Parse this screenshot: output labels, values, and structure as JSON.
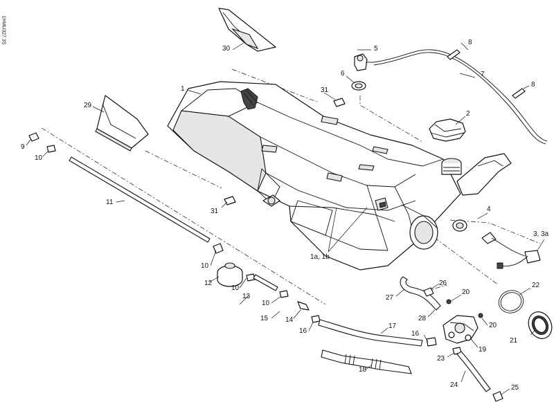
{
  "document": {
    "code": "1HMU327 3S"
  },
  "callouts": [
    {
      "id": "c1",
      "text": "1"
    },
    {
      "id": "c1a",
      "text": "1a, 1b"
    },
    {
      "id": "c2",
      "text": "2"
    },
    {
      "id": "c3",
      "text": "3, 3a"
    },
    {
      "id": "c4",
      "text": "4"
    },
    {
      "id": "c5",
      "text": "5"
    },
    {
      "id": "c6",
      "text": "6"
    },
    {
      "id": "c7",
      "text": "7"
    },
    {
      "id": "c8a",
      "text": "8"
    },
    {
      "id": "c8b",
      "text": "8"
    },
    {
      "id": "c9",
      "text": "9"
    },
    {
      "id": "c10a",
      "text": "10"
    },
    {
      "id": "c10b",
      "text": "10"
    },
    {
      "id": "c10c",
      "text": "10"
    },
    {
      "id": "c10d",
      "text": "10"
    },
    {
      "id": "c11",
      "text": "11"
    },
    {
      "id": "c12",
      "text": "12"
    },
    {
      "id": "c13",
      "text": "13"
    },
    {
      "id": "c14",
      "text": "14"
    },
    {
      "id": "c15",
      "text": "15"
    },
    {
      "id": "c16a",
      "text": "16"
    },
    {
      "id": "c16b",
      "text": "16"
    },
    {
      "id": "c17",
      "text": "17"
    },
    {
      "id": "c18",
      "text": "18"
    },
    {
      "id": "c19",
      "text": "19"
    },
    {
      "id": "c20a",
      "text": "20"
    },
    {
      "id": "c20b",
      "text": "20"
    },
    {
      "id": "c21",
      "text": "21"
    },
    {
      "id": "c22",
      "text": "22"
    },
    {
      "id": "c23",
      "text": "23"
    },
    {
      "id": "c24",
      "text": "24"
    },
    {
      "id": "c25",
      "text": "25"
    },
    {
      "id": "c26",
      "text": "26"
    },
    {
      "id": "c27",
      "text": "27"
    },
    {
      "id": "c28",
      "text": "28"
    },
    {
      "id": "c29",
      "text": "29"
    },
    {
      "id": "c30",
      "text": "30"
    },
    {
      "id": "c31a",
      "text": "31"
    },
    {
      "id": "c31b",
      "text": "31"
    }
  ]
}
